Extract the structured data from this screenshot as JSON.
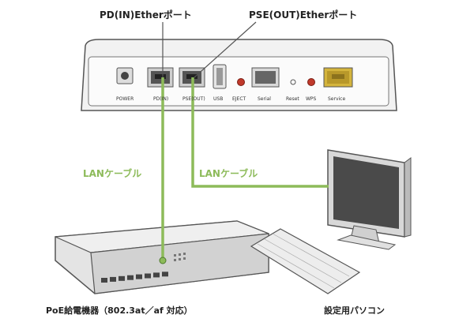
{
  "callouts": {
    "pd_in": "PD(IN)Etherポート",
    "pse_out": "PSE(OUT)Etherポート"
  },
  "cables": {
    "left": "LANケーブル",
    "right": "LANケーブル",
    "color": "#8dbb5a"
  },
  "router_ports": {
    "power": "POWER",
    "pd": "PD(IN)",
    "pse": "PSE(OUT)",
    "usb": "USB",
    "eject": "EJECT",
    "serial": "Serial",
    "reset": "Reset",
    "wps": "WPS",
    "service": "Service"
  },
  "devices": {
    "poe_switch": "PoE給電機器（802.3at／af 対応）",
    "pc": "設定用パソコン"
  },
  "colors": {
    "led_red": "#c0392b",
    "service_port": "#d4b43c",
    "device_body": "#e8e8e8",
    "outline": "#555555"
  }
}
